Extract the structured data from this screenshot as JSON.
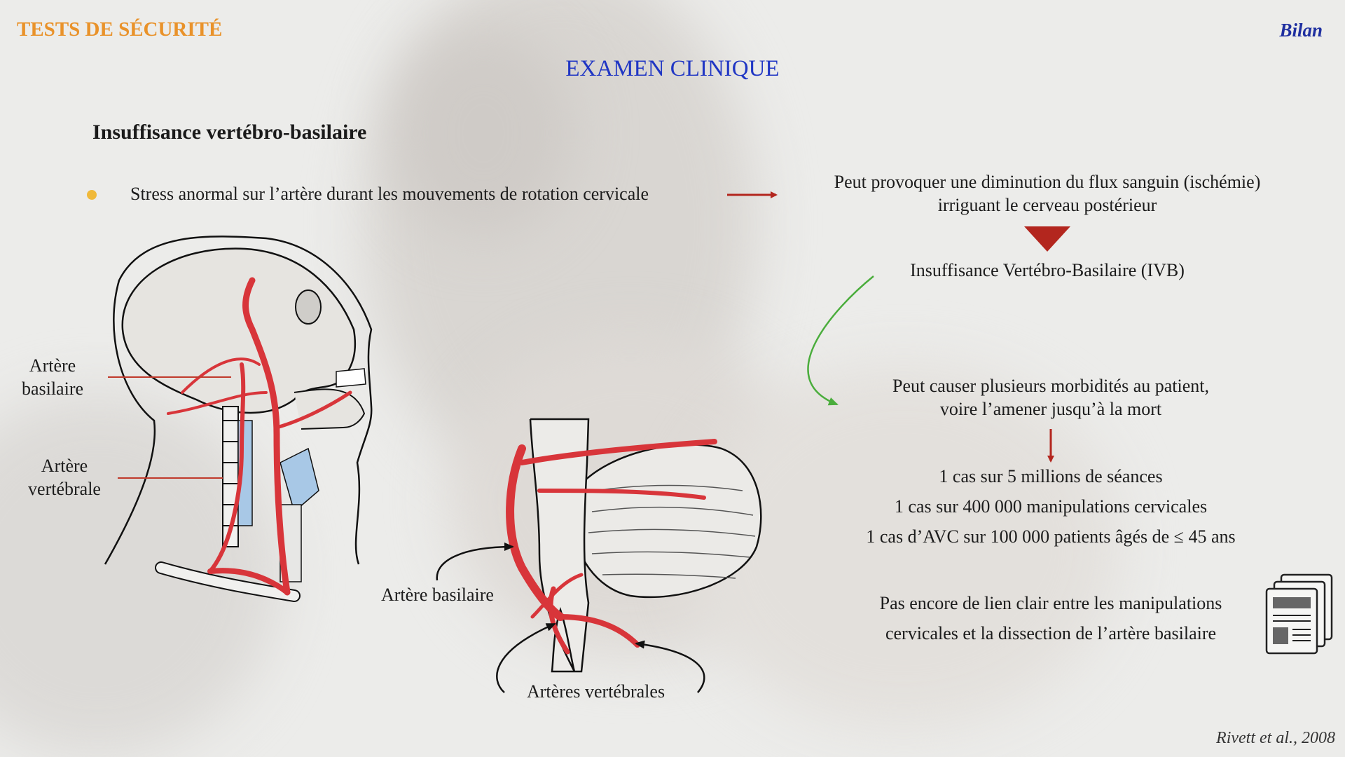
{
  "header": {
    "section_title": "TESTS DE SÉCURITÉ",
    "section_color": "#e9922a",
    "corner_label": "Bilan",
    "corner_color": "#1f2fa0",
    "slide_title": "EXAMEN CLINIQUE",
    "title_color": "#2036c4"
  },
  "content": {
    "heading": "Insuffisance vertébro-basilaire",
    "bullet_text": "Stress anormal sur l’artère durant les mouvements de rotation cervicale",
    "bullet_color": "#f0b93a",
    "flow": {
      "step1_line1": "Peut provoquer une diminution du flux sanguin (ischémie)",
      "step1_line2": "irriguant le cerveau postérieur",
      "step2": "Insuffisance Vertébro-Basilaire (IVB)",
      "step3_line1": "Peut causer plusieurs morbidités au patient,",
      "step3_line2": "voire l’amener jusqu’à la mort",
      "stats": [
        "1 cas sur 5 millions de séances",
        "1 cas sur 400 000 manipulations cervicales",
        "1 cas d’AVC sur 100 000 patients âgés de ≤ 45 ans"
      ],
      "conclusion_line1": "Pas encore de lien clair entre les manipulations",
      "conclusion_line2": "cervicales et la dissection de l’artère basilaire"
    },
    "arrow_color": "#b3261e",
    "curve_color": "#4aad3c"
  },
  "illustrations": {
    "head_labels": {
      "basilar_line1": "Artère",
      "basilar_line2": "basilaire",
      "vertebral_line1": "Artère",
      "vertebral_line2": "vertébrale"
    },
    "brainstem_labels": {
      "basilar": "Artère basilaire",
      "vertebrals": "Artères vertébrales"
    },
    "artery_color": "#d8353a"
  },
  "footer": {
    "citation": "Rivett et al., 2008"
  }
}
